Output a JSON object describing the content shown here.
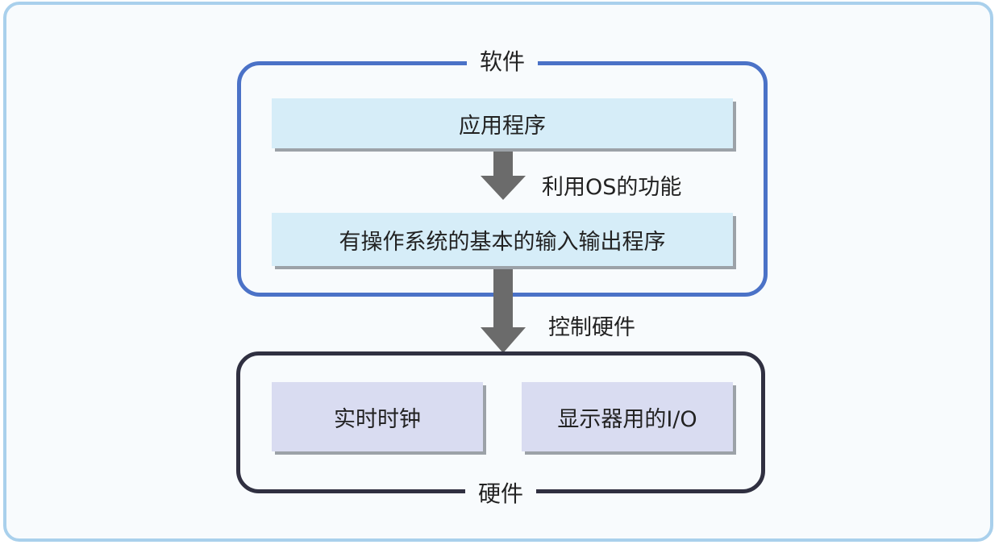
{
  "diagram": {
    "software_group": {
      "label": "软件",
      "boxes": [
        {
          "label": "应用程序"
        },
        {
          "label": "有操作系统的基本的输入输出程序"
        }
      ]
    },
    "arrows": [
      {
        "label": "利用OS的功能"
      },
      {
        "label": "控制硬件"
      }
    ],
    "hardware_group": {
      "label": "硬件",
      "boxes": [
        {
          "label": "实时时钟"
        },
        {
          "label": "显示器用的I/O"
        }
      ]
    }
  },
  "colors": {
    "frame_border": "#a9d0ec",
    "software_border": "#4b72c7",
    "hardware_border": "#303041",
    "software_box_fill": "#d6edf8",
    "hardware_box_fill": "#d9dcf1",
    "arrow_fill": "#6b6b6b"
  }
}
